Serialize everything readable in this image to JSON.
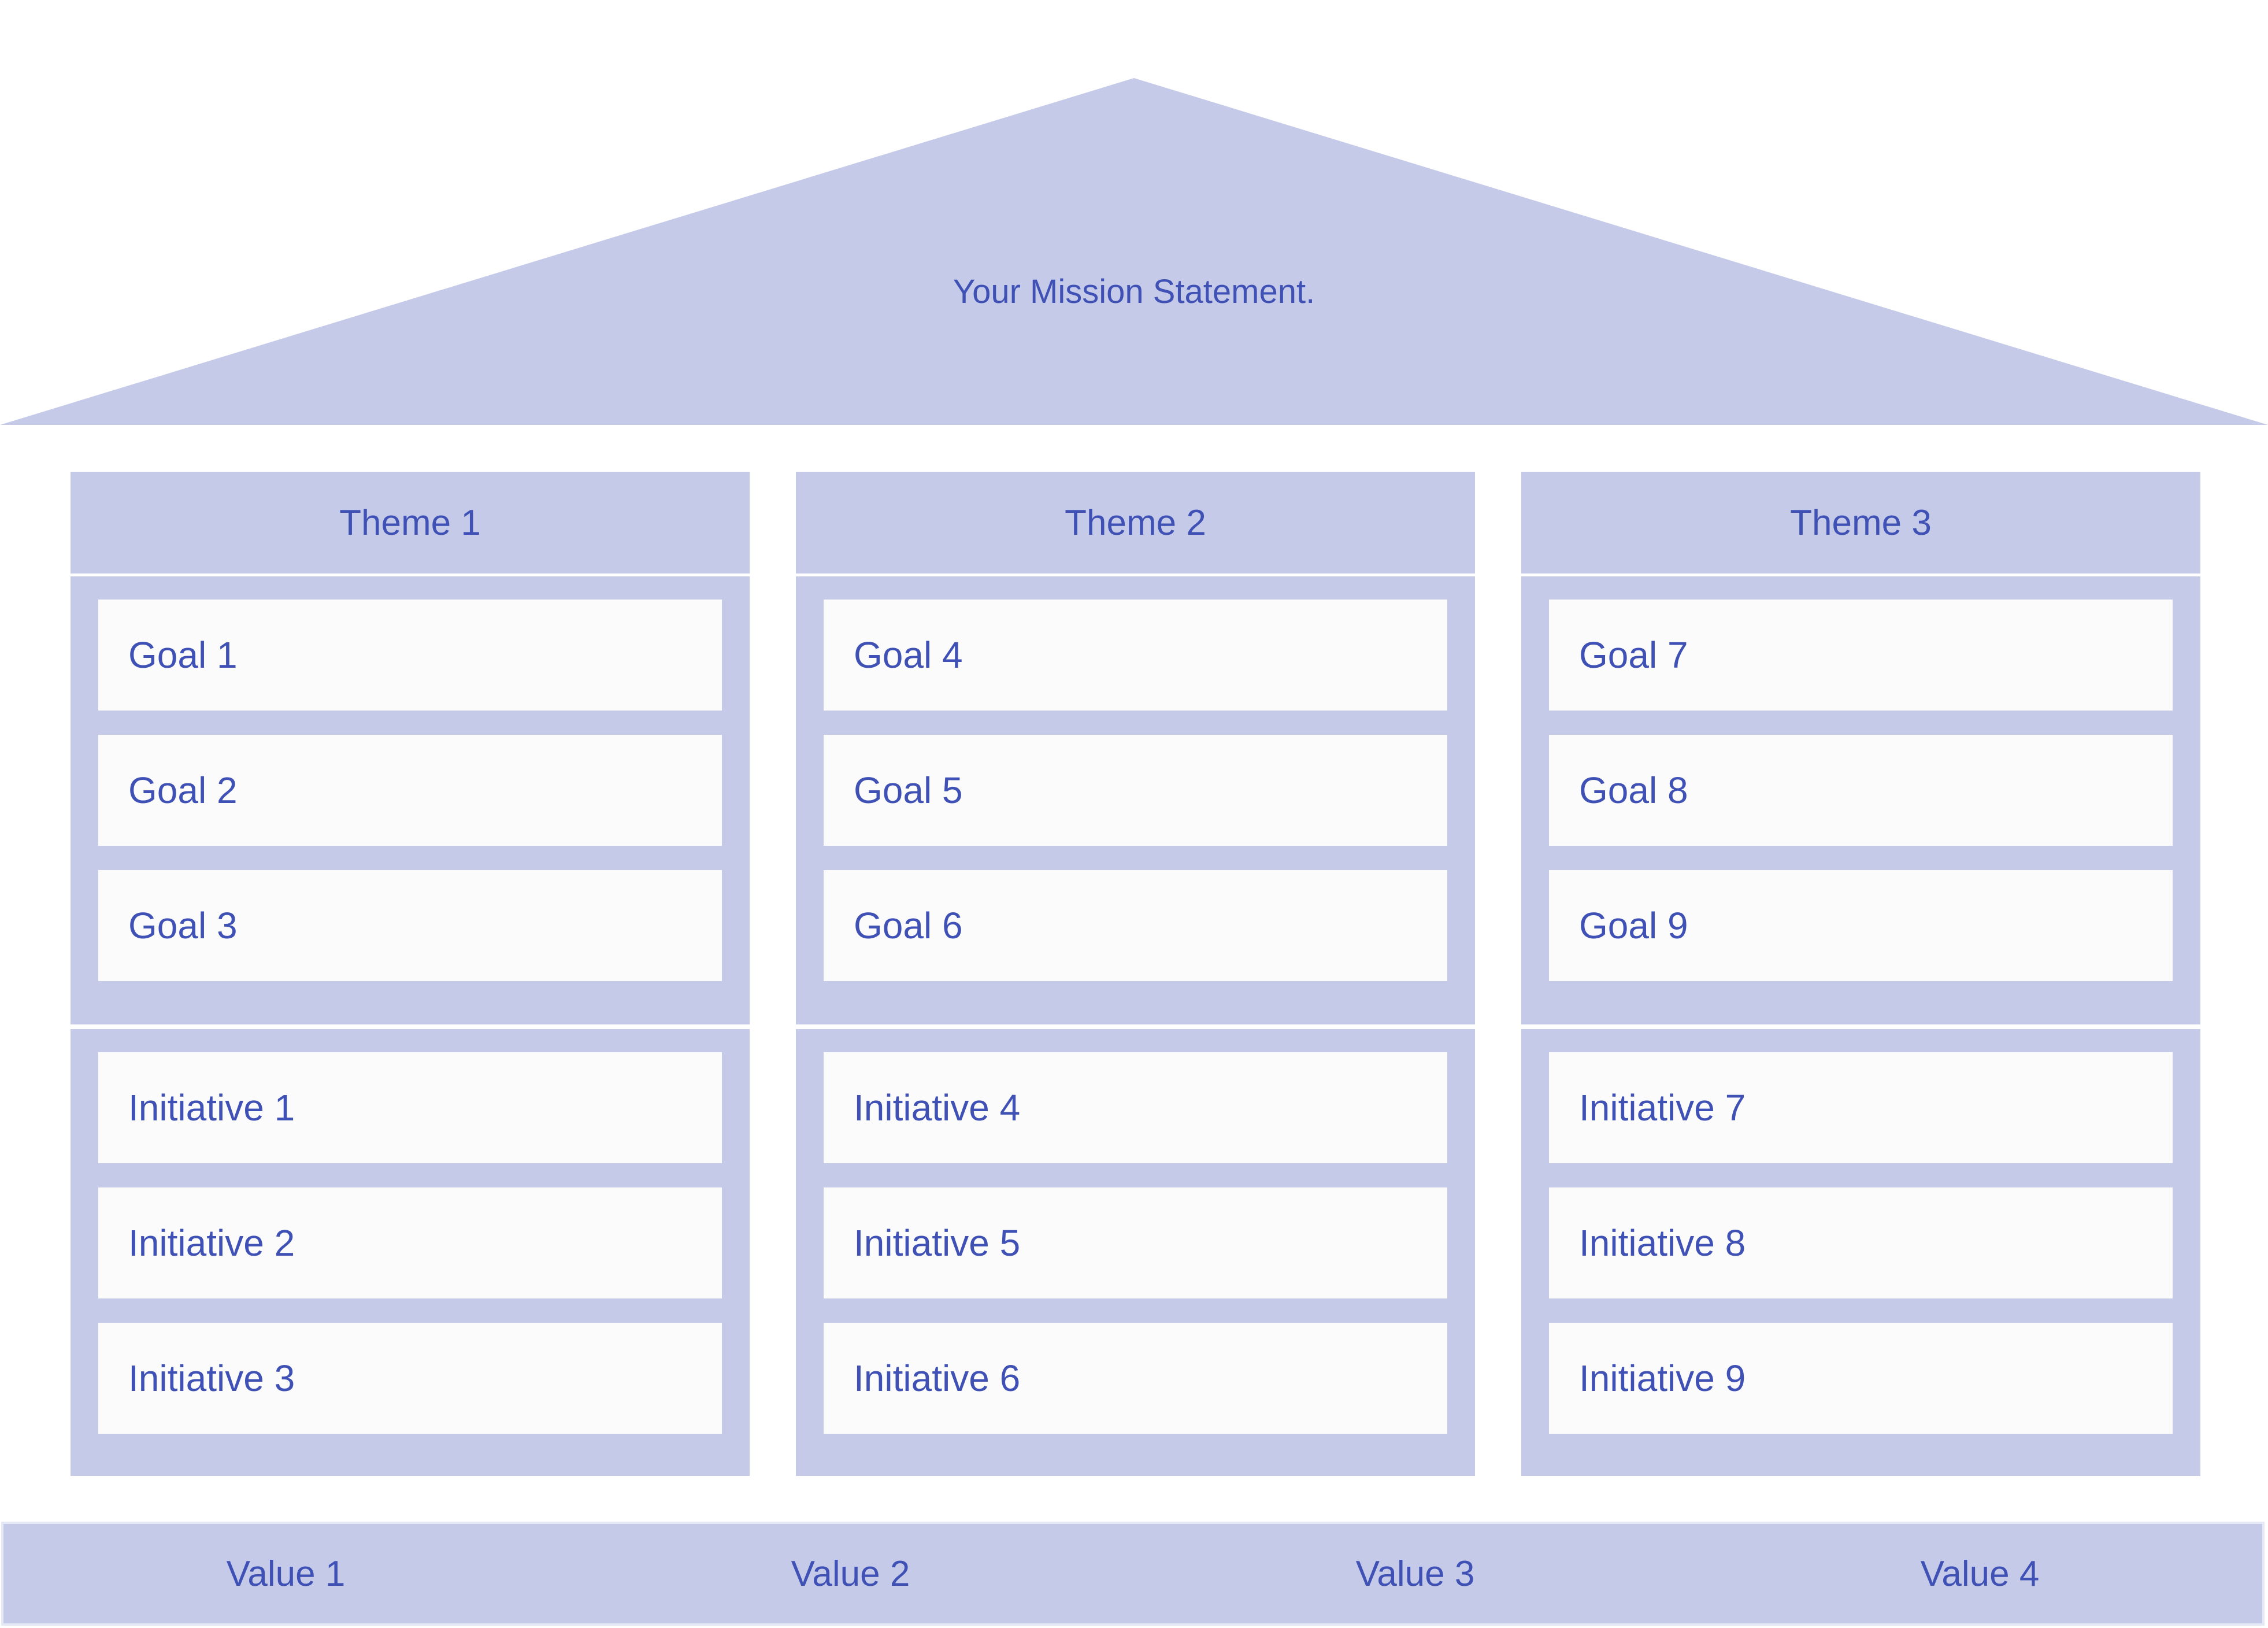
{
  "colors": {
    "panel": "#c5cae9",
    "text": "#3f51b5",
    "card": "#fbfbfc",
    "background": "#ffffff",
    "bar-border": "#e5e9f6"
  },
  "mission": {
    "text": "Your Mission Statement."
  },
  "themes": [
    {
      "label": "Theme 1",
      "goals": [
        "Goal 1",
        "Goal 2",
        "Goal 3"
      ],
      "initiatives": [
        "Initiative 1",
        "Initiative 2",
        "Initiative 3"
      ]
    },
    {
      "label": "Theme 2",
      "goals": [
        "Goal 4",
        "Goal 5",
        "Goal 6"
      ],
      "initiatives": [
        "Initiative 4",
        "Initiative 5",
        "Initiative 6"
      ]
    },
    {
      "label": "Theme 3",
      "goals": [
        "Goal 7",
        "Goal 8",
        "Goal 9"
      ],
      "initiatives": [
        "Initiative 7",
        "Initiative 8",
        "Initiative 9"
      ]
    }
  ],
  "values": [
    "Value 1",
    "Value 2",
    "Value 3",
    "Value 4"
  ]
}
